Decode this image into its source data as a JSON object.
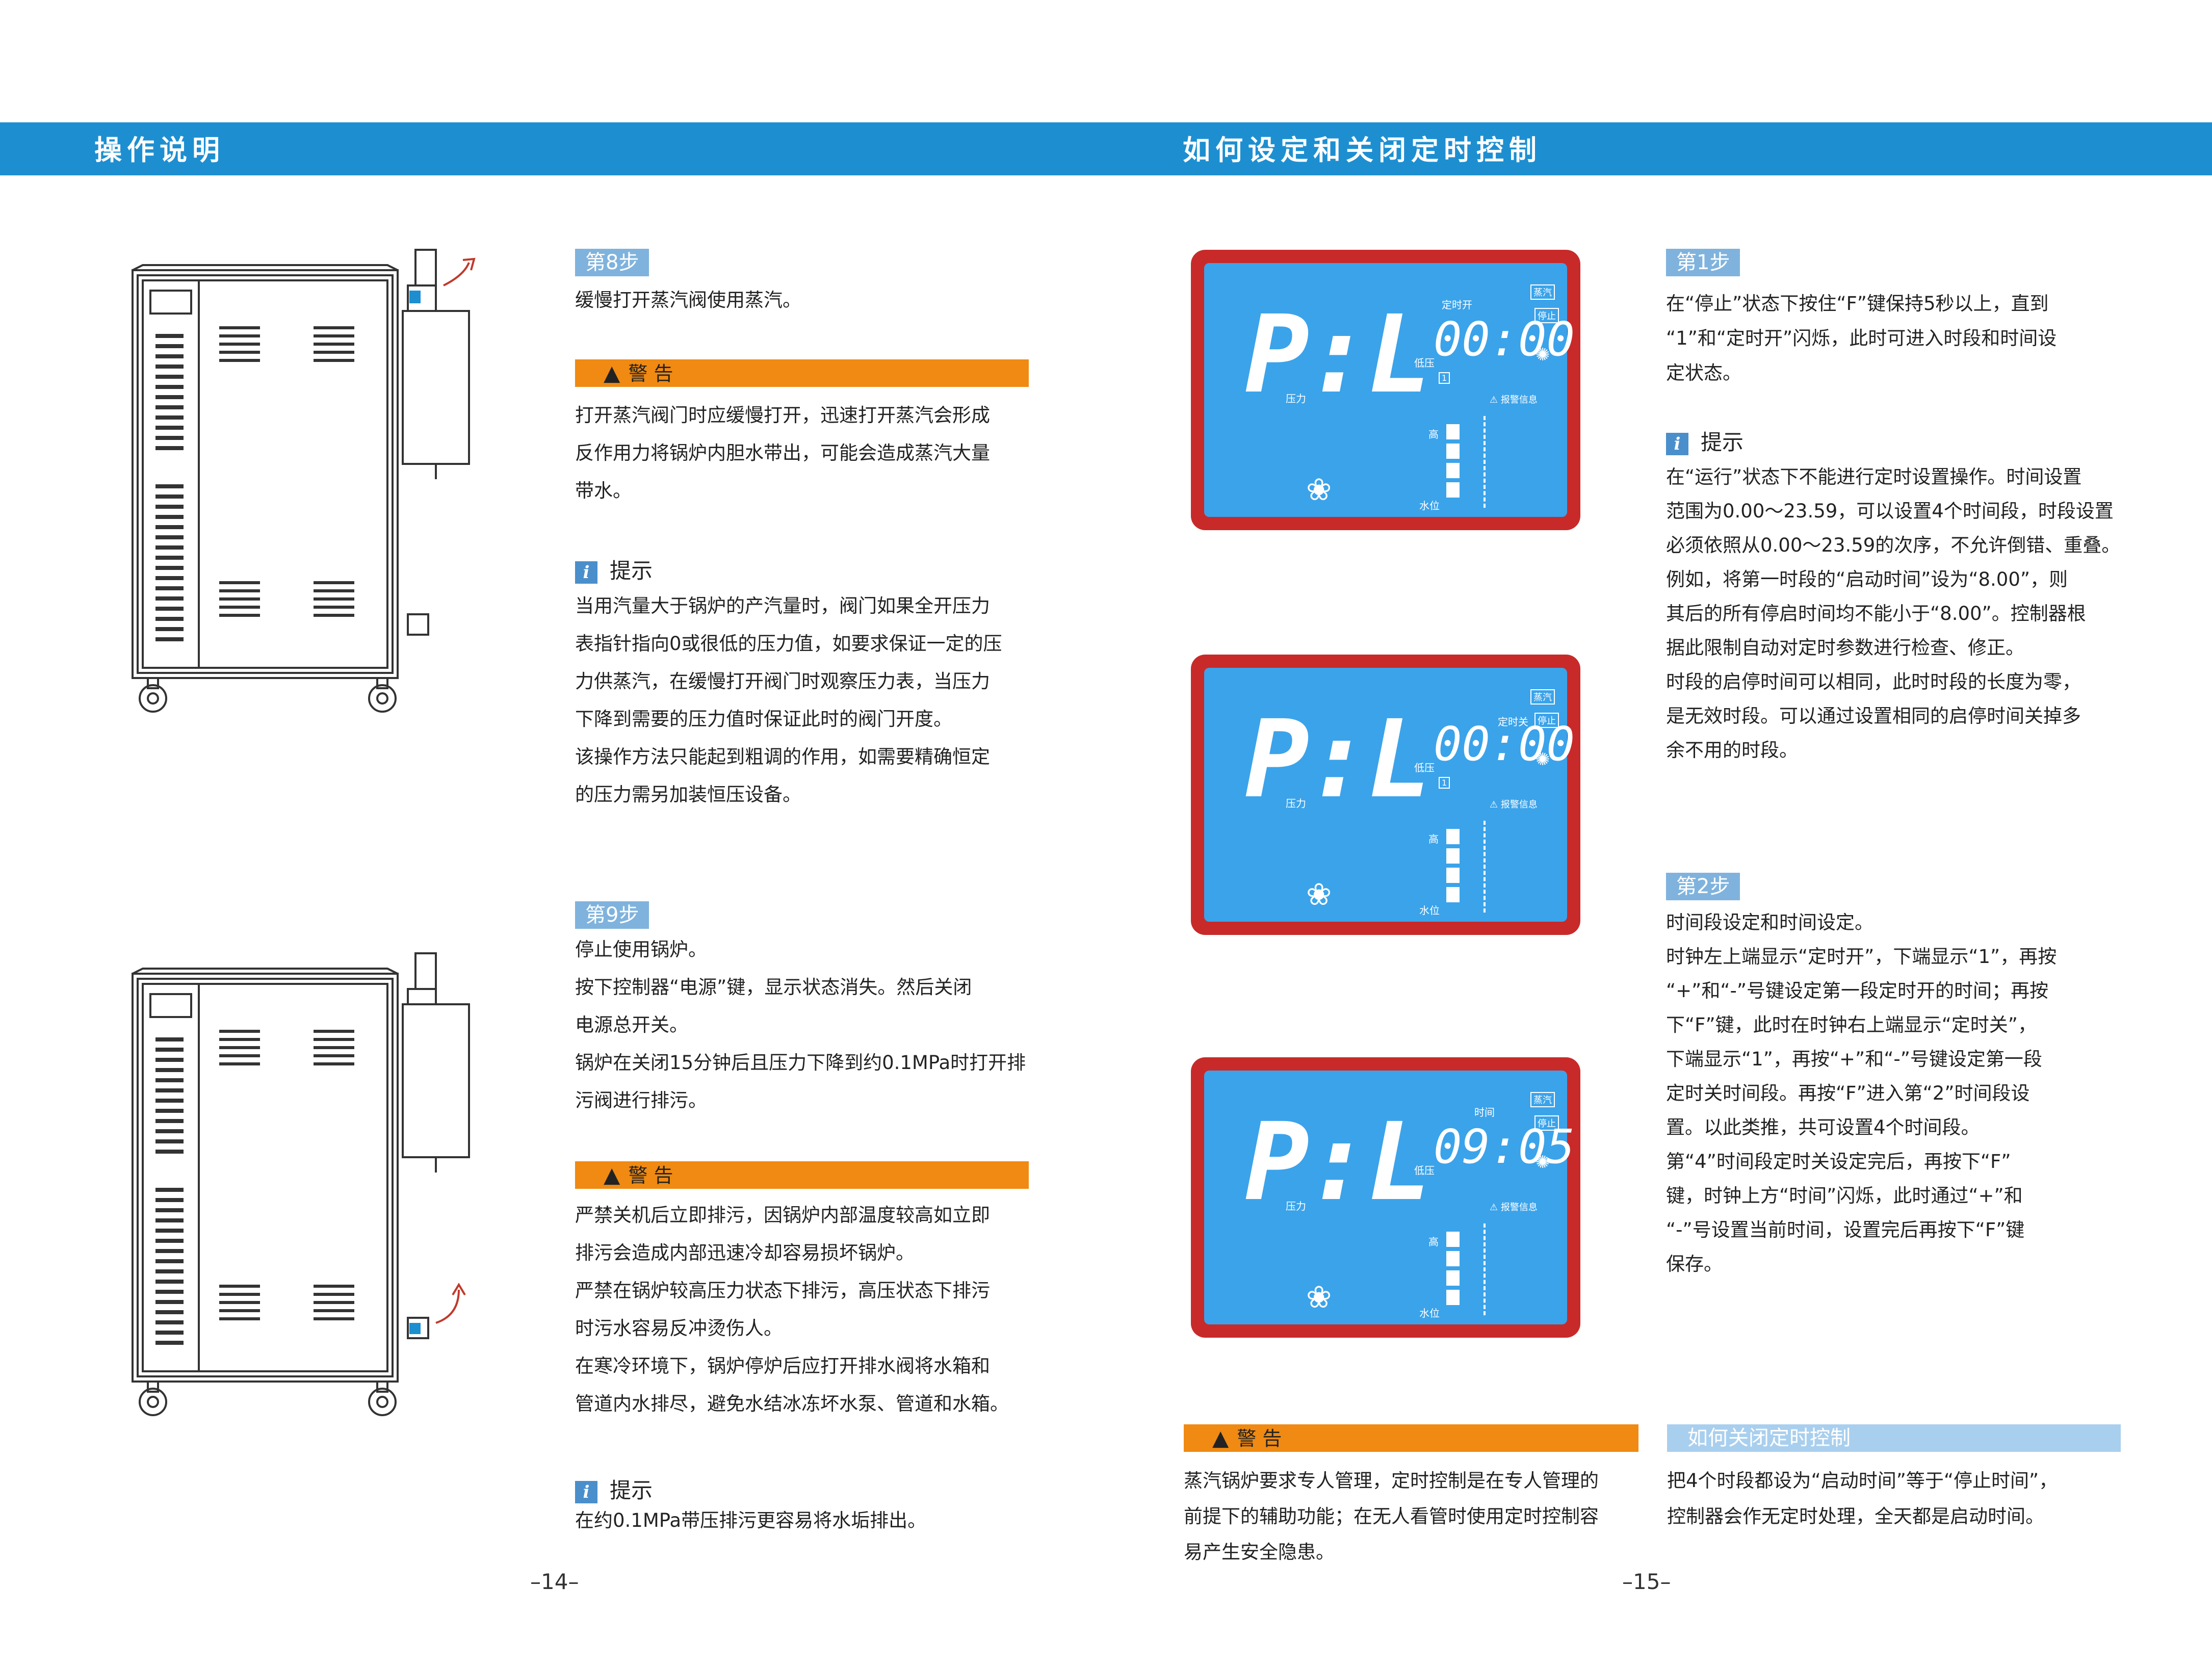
{
  "header": {
    "left_title": "操作说明",
    "right_title": "如何设定和关闭定时控制"
  },
  "left": {
    "step8": {
      "tag": "第8步",
      "text": "缓慢打开蒸汽阀使用蒸汽。",
      "warning_label": "警 告",
      "warning_lines": [
        "打开蒸汽阀门时应缓慢打开，迅速打开蒸汽会形成",
        "反作用力将锅炉内胆水带出，可能会造成蒸汽大量",
        "带水。"
      ],
      "tip_label": "提示",
      "tip_lines": [
        "当用汽量大于锅炉的产汽量时，阀门如果全开压力",
        "表指针指向0或很低的压力值，如要求保证一定的压",
        "力供蒸汽，在缓慢打开阀门时观察压力表，当压力",
        "下降到需要的压力值时保证此时的阀门开度。",
        "该操作方法只能起到粗调的作用，如需要精确恒定",
        "的压力需另加装恒压设备。"
      ]
    },
    "step9": {
      "tag": "第9步",
      "lines": [
        "停止使用锅炉。",
        "按下控制器“电源”键，显示状态消失。然后关闭",
        "电源总开关。",
        "锅炉在关闭15分钟后且压力下降到约0.1MPa时打开排",
        "污阀进行排污。"
      ],
      "warning_label": "警 告",
      "warning_lines": [
        "严禁关机后立即排污，因锅炉内部温度较高如立即",
        "排污会造成内部迅速冷却容易损坏锅炉。",
        "严禁在锅炉较高压力状态下排污，高压状态下排污",
        "时污水容易反冲烫伤人。",
        "在寒冷环境下，锅炉停炉后应打开排水阀将水箱和",
        "管道内水排尽，避免水结冰冻坏水泵、管道和水箱。"
      ],
      "tip_label": "提示",
      "tip_text": "在约0.1MPa带压排污更容易将水垢排出。"
    },
    "page_number": "–14–"
  },
  "right": {
    "lcd_panels": [
      {
        "big": "P:L",
        "label_top": "定时开",
        "time": "00:00",
        "steam": "蒸汽",
        "stop": "停止",
        "low": "低压",
        "seg": "1",
        "pressure": "压力",
        "alarm": "报警信息",
        "high": "高",
        "water": "水位"
      },
      {
        "big": "P:L",
        "label_top": "定时关",
        "time": "00:00",
        "steam": "蒸汽",
        "stop": "停止",
        "low": "低压",
        "seg": "1",
        "pressure": "压力",
        "alarm": "报警信息",
        "high": "高",
        "water": "水位"
      },
      {
        "big": "P:L",
        "label_top": "时间",
        "time": "09:05",
        "steam": "蒸汽",
        "stop": "停止",
        "low": "低压",
        "seg": "",
        "pressure": "压力",
        "alarm": "报警信息",
        "high": "高",
        "water": "水位"
      }
    ],
    "step1": {
      "tag": "第1步",
      "lines": [
        "在“停止”状态下按住“F”键保持5秒以上，直到",
        "“1”和“定时开”闪烁，此时可进入时段和时间设",
        "定状态。"
      ],
      "tip_label": "提示",
      "tip_lines": [
        "在“运行”状态下不能进行定时设置操作。时间设置",
        "范围为0.00～23.59，可以设置4个时间段，时段设置",
        "必须依照从0.00～23.59的次序，不允许倒错、重叠。",
        "例如，将第一时段的“启动时间”设为“8.00”，则",
        "其后的所有停启时间均不能小于“8.00”。控制器根",
        "据此限制自动对定时参数进行检查、修正。",
        "时段的启停时间可以相同，此时时段的长度为零，",
        "是无效时段。可以通过设置相同的启停时间关掉多",
        "余不用的时段。"
      ]
    },
    "step2": {
      "tag": "第2步",
      "lines": [
        "时间段设定和时间设定。",
        "时钟左上端显示“定时开”，下端显示“1”，再按",
        "“+”和“-”号键设定第一段定时开的时间；再按",
        "下“F”键，此时在时钟右上端显示“定时关”，",
        "下端显示“1”，再按“+”和“-”号键设定第一段",
        "定时关时间段。再按“F”进入第“2”时间段设",
        "置。以此类推，共可设置4个时间段。",
        "第“4”时间段定时关设定完后，再按下“F”",
        "键，时钟上方“时间”闪烁，此时通过“+”和",
        "“-”号设置当前时间，设置完后再按下“F”键",
        "保存。"
      ]
    },
    "warning": {
      "label": "警 告",
      "lines": [
        "蒸汽锅炉要求专人管理，定时控制是在专人管理的",
        "前提下的辅助功能；在无人看管时使用定时控制容",
        "易产生安全隐患。"
      ]
    },
    "close": {
      "title": "如何关闭定时控制",
      "lines": [
        "把4个时段都设为“启动时间”等于“停止时间”，",
        "控制器会作无定时处理，全天都是启动时间。"
      ]
    },
    "page_number": "–15–"
  }
}
